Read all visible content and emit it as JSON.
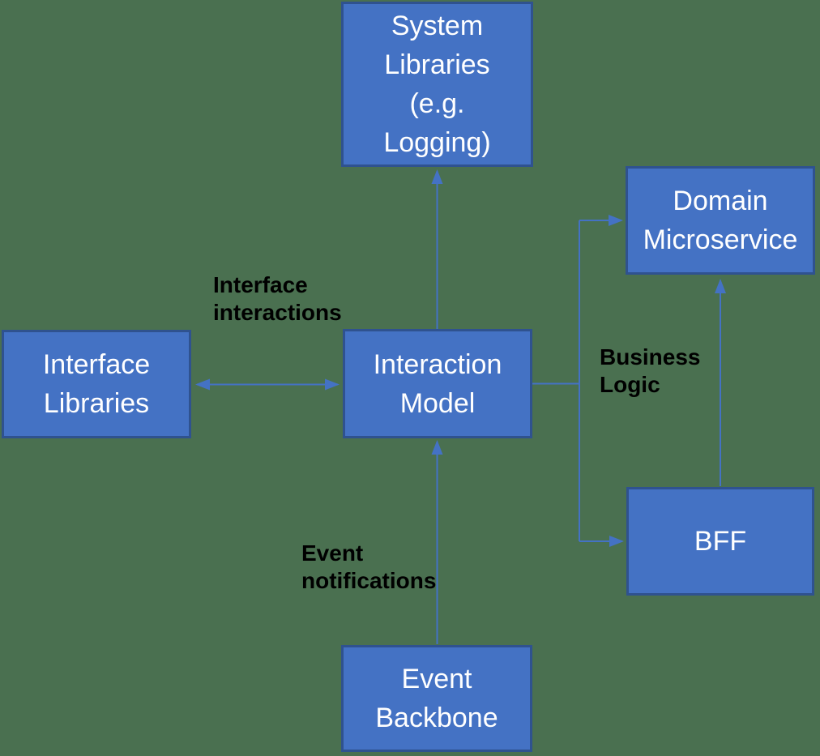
{
  "diagram": {
    "colors": {
      "background": "#4A7050",
      "node_fill": "#4472C4",
      "node_border": "#2F528F",
      "node_text": "#FFFFFF",
      "connector": "#4472C4",
      "label_text": "#000000"
    },
    "nodes": {
      "system_libraries": {
        "label": "System\nLibraries\n(e.g.\nLogging)"
      },
      "domain_microservice": {
        "label": "Domain\nMicroservice"
      },
      "interface_libraries": {
        "label": "Interface\nLibraries"
      },
      "interaction_model": {
        "label": "Interaction\nModel"
      },
      "bff": {
        "label": "BFF"
      },
      "event_backbone": {
        "label": "Event\nBackbone"
      }
    },
    "edge_labels": {
      "interface_interactions": "Interface\ninteractions",
      "business_logic": "Business\nLogic",
      "event_notifications": "Event\nnotifications"
    },
    "edges": [
      {
        "from": "interaction_model",
        "to": "system_libraries",
        "arrow": "single"
      },
      {
        "from": "interface_libraries",
        "to": "interaction_model",
        "arrow": "double",
        "label": "Interface interactions"
      },
      {
        "from": "event_backbone",
        "to": "interaction_model",
        "arrow": "single",
        "label": "Event notifications"
      },
      {
        "from": "interaction_model",
        "to": "domain_microservice",
        "arrow": "single",
        "label": "Business Logic"
      },
      {
        "from": "interaction_model",
        "to": "bff",
        "arrow": "single",
        "label": "Business Logic"
      },
      {
        "from": "bff",
        "to": "domain_microservice",
        "arrow": "single"
      }
    ]
  }
}
